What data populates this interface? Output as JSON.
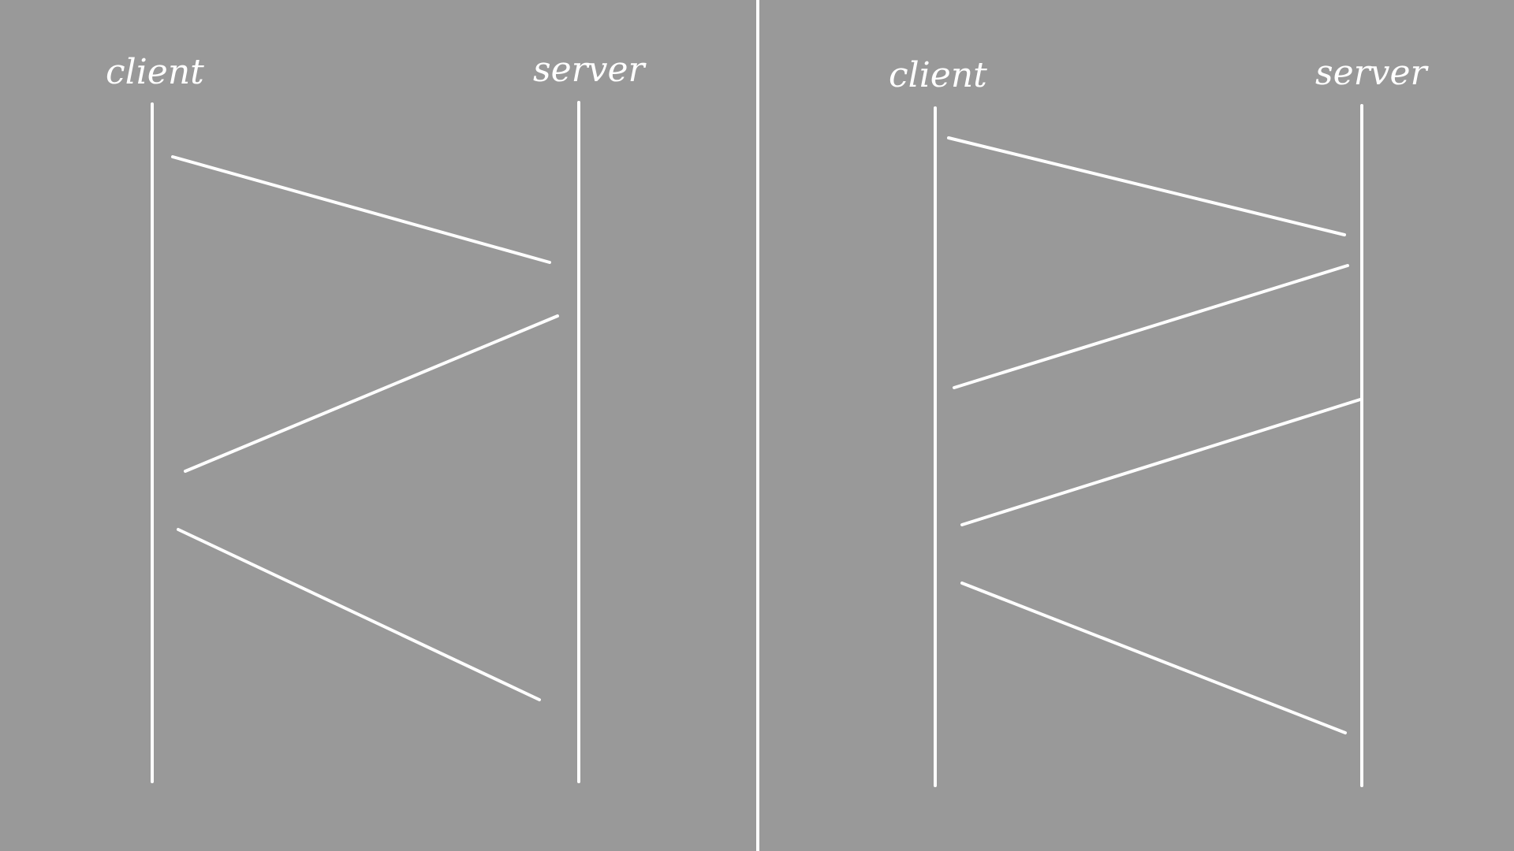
{
  "colors": {
    "background": "#999999",
    "lines": "#ffffff"
  },
  "panels": [
    {
      "client_label": "client",
      "server_label": "server",
      "messages": [
        {
          "from": "client",
          "to": "server"
        },
        {
          "from": "server",
          "to": "client"
        },
        {
          "from": "client",
          "to": "server"
        }
      ]
    },
    {
      "client_label": "client",
      "server_label": "server",
      "messages": [
        {
          "from": "client",
          "to": "server"
        },
        {
          "from": "server",
          "to": "client"
        },
        {
          "from": "server",
          "to": "client"
        },
        {
          "from": "client",
          "to": "server"
        }
      ]
    }
  ]
}
